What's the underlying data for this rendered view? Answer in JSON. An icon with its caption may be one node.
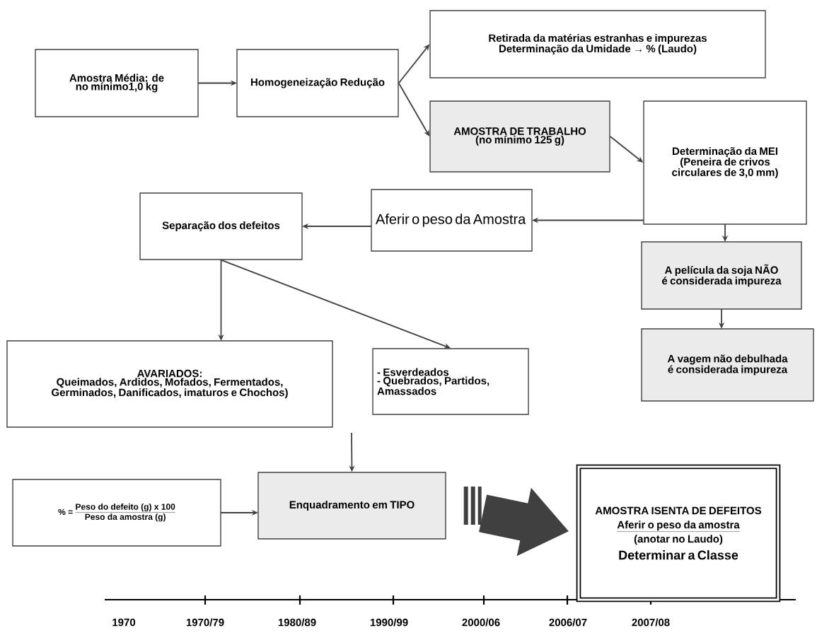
{
  "diagram": {
    "nodes": [
      {
        "text": [
          "Amostra Média: de no mínimo1,0 kg"
        ]
      },
      {
        "text": [
          "Homogeneização Redução"
        ]
      },
      {
        "text": [
          "Retirada da matérias estranhas e impurezas",
          "Determinação da Umidade → % (Laudo)"
        ]
      },
      {
        "text": [
          "AMOSTRA DE TRABALHO",
          "(no mínimo 125 g)"
        ]
      },
      {
        "text": [
          "Determinação da MEI",
          "(Peneira de crivos circulares de 3,0 mm)"
        ]
      },
      {
        "text": [
          "Aferir o peso da Amostra"
        ]
      },
      {
        "text": [
          "Separação dos defeitos"
        ]
      },
      {
        "text": [
          "A película da soja NÃO é considerada impureza"
        ]
      },
      {
        "text": [
          "A vagem não debulhada é considerada impureza"
        ]
      },
      {
        "text": [
          "AVARIADOS:",
          "Queimados, Ardidos, Mofados, Fermentados, Germinados, Danificados, imaturos e Chochos)"
        ]
      },
      {
        "text": [
          "- Esverdeados",
          "- Quebrados, Partidos, Amassados"
        ]
      },
      {
        "text": [
          "% =",
          "Peso do defeito (g) x 100",
          "Peso da amostra (g)"
        ]
      },
      {
        "text": [
          "Enquadramento em TIPO"
        ]
      },
      {
        "text": [
          "AMOSTRA ISENTA DE DEFEITOS",
          "Aferir o peso da amostra",
          "(anotar no Laudo)",
          "Determinar a Classe"
        ]
      }
    ],
    "edges": [
      {
        "from": 0,
        "to": 1,
        "arrow": "to"
      },
      {
        "from": 1,
        "to": 2,
        "arrow": "to"
      },
      {
        "from": 1,
        "to": 3,
        "arrow": "to"
      },
      {
        "from": 3,
        "to": 4,
        "arrow": "to"
      },
      {
        "from": 4,
        "to": 5,
        "arrow": "to"
      },
      {
        "from": 5,
        "to": 6,
        "arrow": "to"
      },
      {
        "from": 4,
        "to": 7,
        "arrow": "to"
      },
      {
        "from": 7,
        "to": 8,
        "arrow": "to"
      },
      {
        "from": 6,
        "to": 9,
        "arrow": "to"
      },
      {
        "from": 6,
        "to": 10,
        "arrow": "to"
      },
      {
        "from": null,
        "to": 12,
        "arrow": "to"
      },
      {
        "from": 11,
        "to": 12,
        "arrow": "to"
      },
      {
        "from": 12,
        "to": 13,
        "arrow": "to",
        "style": "thick"
      }
    ],
    "labels": [
      "1970",
      "1970/79",
      "1980/89",
      "1990/99",
      "2000/06",
      "2006/07",
      "2007/08"
    ]
  }
}
